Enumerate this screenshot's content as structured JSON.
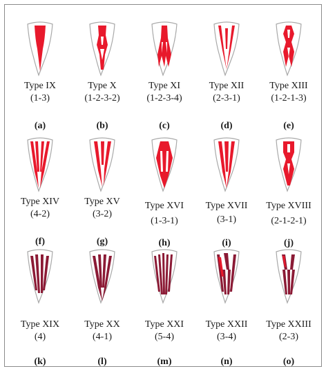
{
  "colors": {
    "canal_red": "#e8192c",
    "canal_dark": "#8b1a35",
    "outline": "#a8a8a8",
    "text": "#1a1a1a"
  },
  "panels": [
    {
      "type": "Type IX",
      "code": "(1-3)",
      "label": "(a)"
    },
    {
      "type": "Type X",
      "code": "(1-2-3-2)",
      "label": "(b)"
    },
    {
      "type": "Type XI",
      "code": "(1-2-3-4)",
      "label": "(c)"
    },
    {
      "type": "Type XII",
      "code": "(2-3-1)",
      "label": "(d)"
    },
    {
      "type": "Type XIII",
      "code": "(1-2-1-3)",
      "label": "(e)"
    },
    {
      "type": "Type XIV",
      "code": "(4-2)",
      "label": "(f)"
    },
    {
      "type": "Type XV",
      "code": "(3-2)",
      "label": "(g)"
    },
    {
      "type": "Type XVI",
      "code": "(1-3-1)",
      "label": "(h)"
    },
    {
      "type": "Type XVII",
      "code": "(3-1)",
      "label": "(i)"
    },
    {
      "type": "Type XVIII",
      "code": "(2-1-2-1)",
      "label": "(j)"
    },
    {
      "type": "Type XIX",
      "code": "(4)",
      "label": "(k)"
    },
    {
      "type": "Type XX",
      "code": "(4-1)",
      "label": "(l)"
    },
    {
      "type": "Type XXI",
      "code": "(5-4)",
      "label": "(m)"
    },
    {
      "type": "Type XXII",
      "code": "(3-4)",
      "label": "(n)"
    },
    {
      "type": "Type XXIII",
      "code": "(2-3)",
      "label": "(o)"
    }
  ]
}
